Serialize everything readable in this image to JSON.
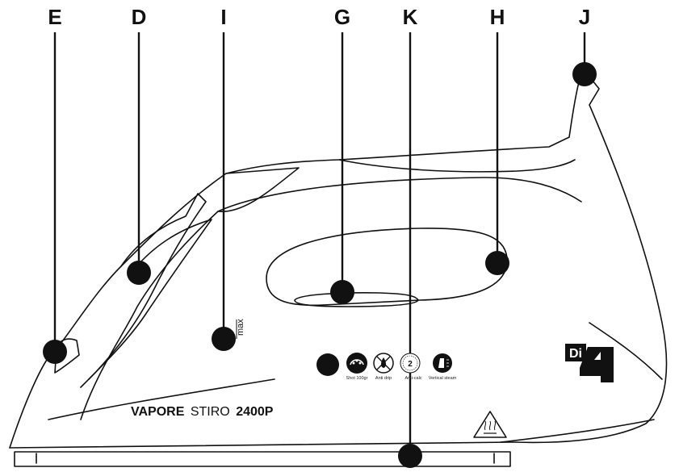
{
  "callouts": {
    "E": "E",
    "D": "D",
    "I": "I",
    "G": "G",
    "K": "K",
    "H": "H",
    "J": "J"
  },
  "max_mark": "max",
  "model_name": {
    "brand": "VAPORE",
    "line": "STIRO",
    "number": "2400P"
  },
  "feature_icons": [
    {
      "icon": "shot-icon",
      "caption": "Shot 100gr"
    },
    {
      "icon": "anti-drip-icon",
      "caption": "Anti drip"
    },
    {
      "icon": "anti-calc-icon",
      "caption": "Anti-calc",
      "badge": "2"
    },
    {
      "icon": "vertical-steam-icon",
      "caption": "Vertical steam"
    }
  ],
  "logo_text": "Di 4",
  "warning_icon": "hot-surface-warning-icon",
  "colors": {
    "ink": "#111111",
    "background": "#ffffff"
  }
}
